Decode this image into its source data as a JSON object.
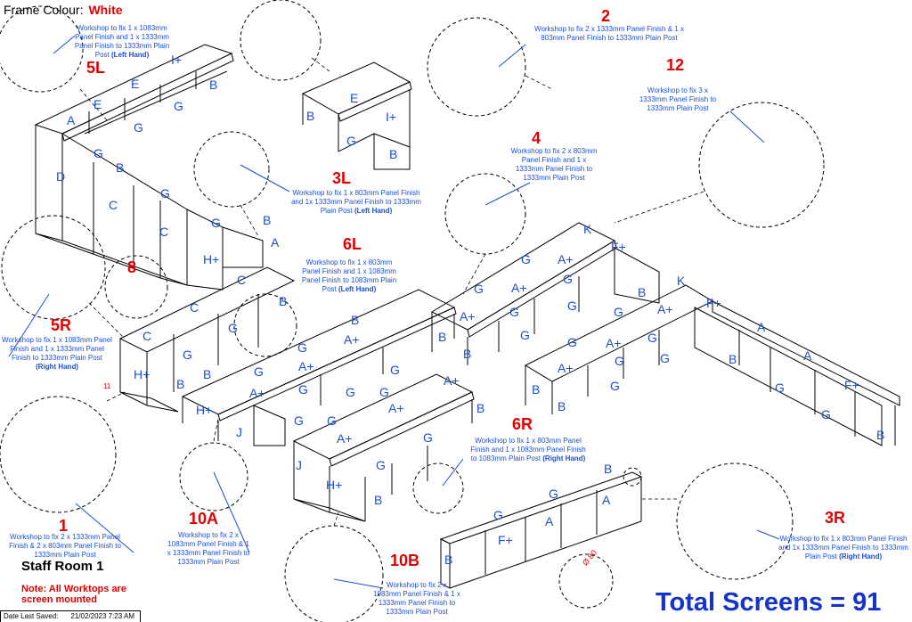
{
  "frame_colour": {
    "label": "Frame Colour:",
    "value": "White"
  },
  "callouts": [
    {
      "num": "5L",
      "note": "Workshop to fix 1 x 1083mm Panel Finish and 1 x 1333mm Panel Finish to 1333mm Plain Post",
      "note_b": "(Left Hand)"
    },
    {
      "num": "2",
      "note": "Workshop to fix 2 x 1333mm Panel Finish & 1 x 803mm Panel Finish to 1333mm Plain Post",
      "note_b": ""
    },
    {
      "num": "12",
      "note": "Workshop to fix 3 x 1333mm Panel Finish to 1333mm Plain Post",
      "note_b": ""
    },
    {
      "num": "4",
      "note": "Workshop to fix 2 x 803mm Panel Finish and 1 x 1333mm Panel Finish to 1333mm Plain Post",
      "note_b": ""
    },
    {
      "num": "3L",
      "note": "Workshop to fix 1 x 803mm Panel Finish and 1x 1333mm Panel Finish to 1333mm Plain Post",
      "note_b": "(Left Hand)"
    },
    {
      "num": "6L",
      "note": "Workshop to fix 1 x 803mm Panel Finish and 1 x 1083mm Panel Finish to 1083mm Plain Post",
      "note_b": "(Left Hand)"
    },
    {
      "num": "8",
      "note": "",
      "note_b": ""
    },
    {
      "num": "5R",
      "note": "Workshop to fix 1 x 1083mm Panel Finish and 1 x 1333mm Panel Finish to 1333mm Plain Post",
      "note_b": "(Right Hand)"
    },
    {
      "num": "6R",
      "note": "Workshop to fix 1 x 803mm Panel Finish and 1 x 1083mm Panel Finish to 1083mm Plain Post",
      "note_b": "(Right Hand)"
    },
    {
      "num": "1",
      "note": "Workshop to fix 2 x 1333mm Panel Finish & 2 x 803mm Panel Finish to 1333mm Plain Post",
      "note_b": ""
    },
    {
      "num": "10A",
      "note": "Workshop to fix 2 x 1083mm Panel Finish & 1 x 1333mm Panel Finish to 1333mm Plain Post",
      "note_b": ""
    },
    {
      "num": "10B",
      "note": "Workshop to fix 2 x 1083mm Panel Finish & 1 x 1333mm Panel Finish to 1333mm Plain Post",
      "note_b": ""
    },
    {
      "num": "3R",
      "note": "Workshop to fix 1 x 803mm Panel Finish and 1x 1333mm Panel Finish to 1333mm Plain Post",
      "note_b": "(Right Hand)"
    }
  ],
  "small_label": "11",
  "diameter_label": "Ø 80",
  "staff_room": "Staff Room 1",
  "note_mounted": "Note: All Worktops are screen mounted",
  "total": "Total Screens = 91",
  "date_saved": {
    "label": "Date Last Saved:",
    "value": "21/02/2023 7:23 AM"
  },
  "screen_labels": [
    "A",
    "B",
    "C",
    "D",
    "E",
    "F+",
    "G",
    "H+",
    "I+",
    "J",
    "K",
    "A+"
  ],
  "colors": {
    "red": "#e00000",
    "blue": "#1a4fd6",
    "total_blue": "#1633c9",
    "line": "#000000"
  }
}
